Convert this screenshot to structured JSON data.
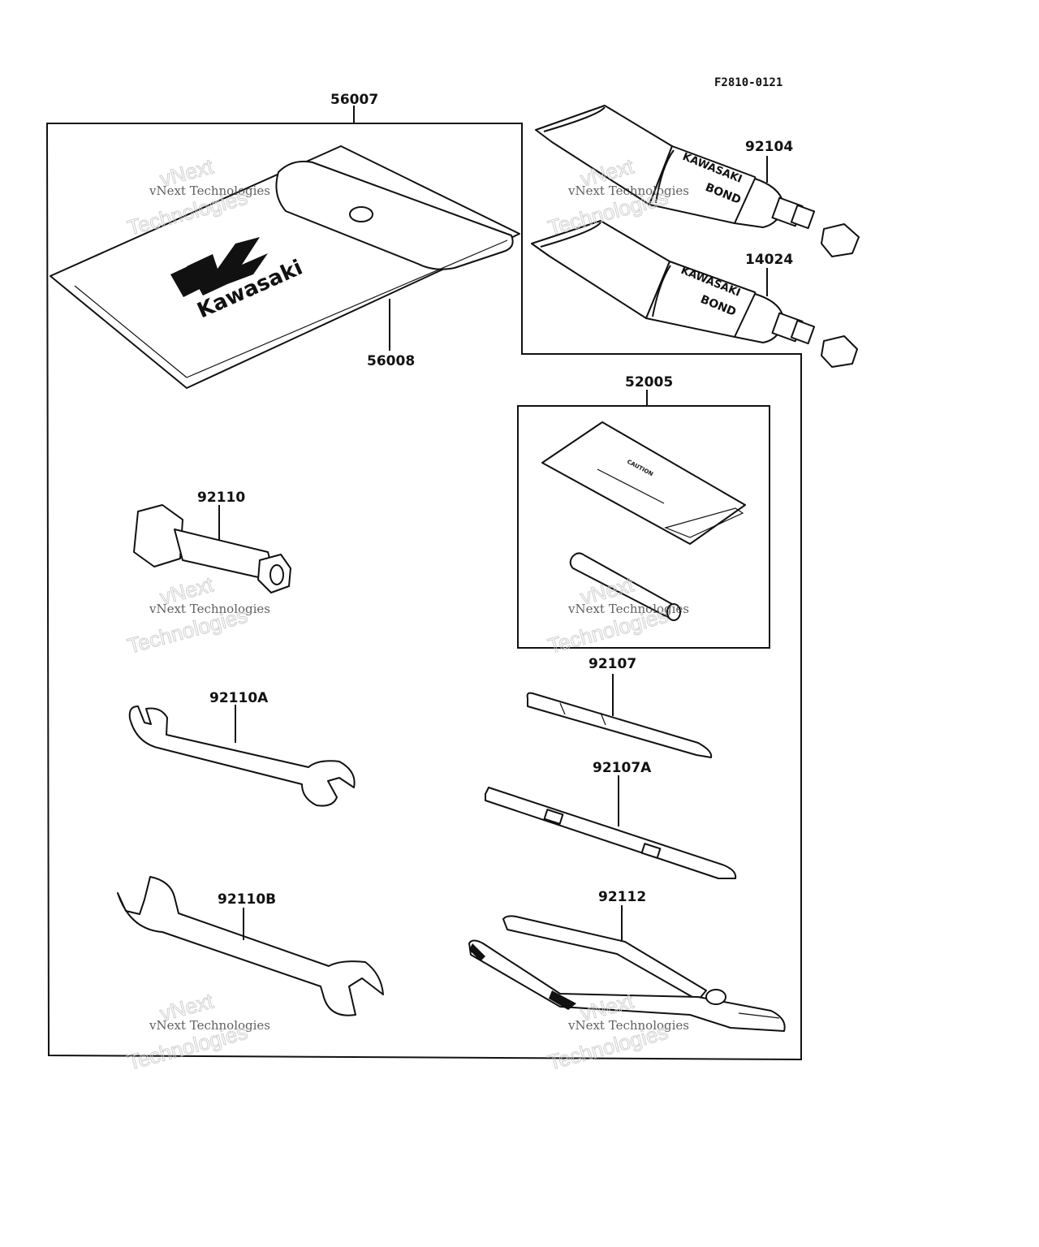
{
  "drawing_code": "F2810-0121",
  "parts": {
    "tool_bag": "56007",
    "bag_flap": "56008",
    "bond_upper": "92104",
    "bond_lower": "14024",
    "kit": "52005",
    "plug_wrench": "92110",
    "wrench_a": "92110A",
    "wrench_b": "92110B",
    "screwdriver_grip": "92107",
    "screwdriver_shaft": "92107A",
    "pliers": "92112"
  },
  "tube_text": {
    "line1": "KAWASAKI",
    "line2": "BOND"
  },
  "logo_text": "Kawasaki",
  "card_text": "CAUTION",
  "watermark": {
    "line1": "vNext Technologies",
    "line2a": "vNext",
    "line2b": "Technologies"
  }
}
